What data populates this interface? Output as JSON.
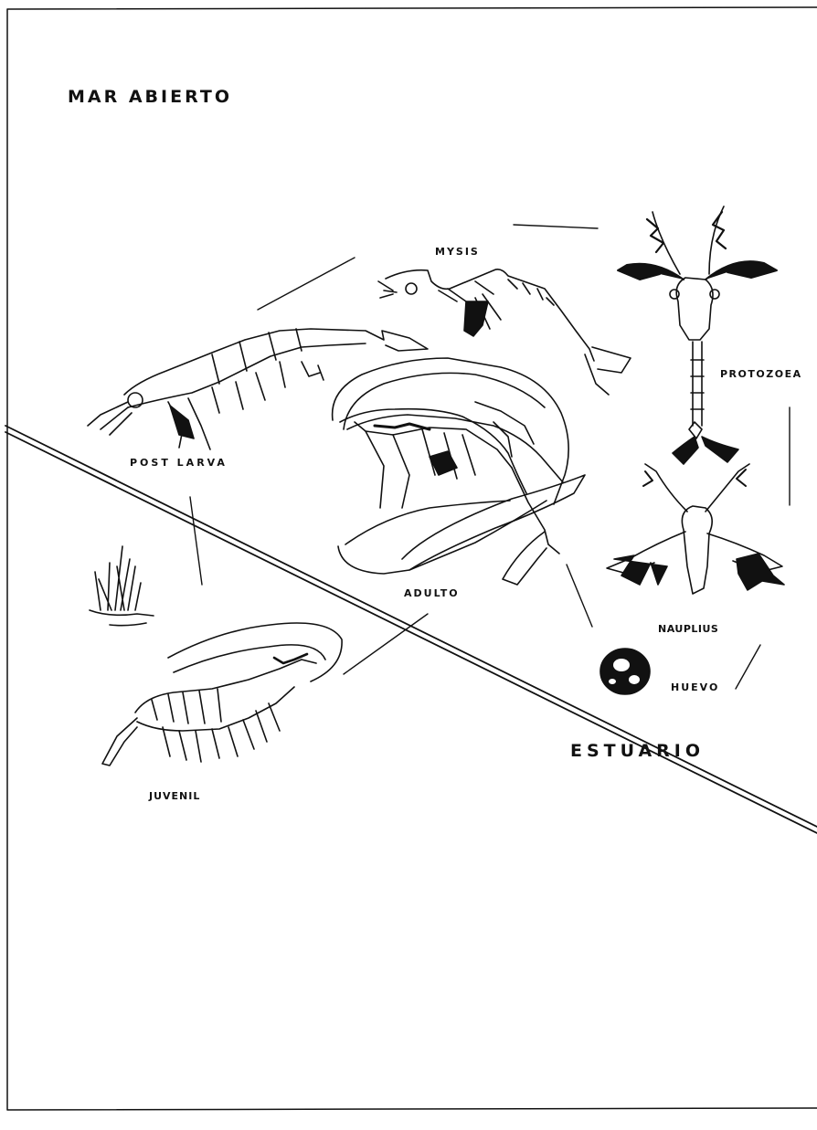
{
  "zones": {
    "open_sea": "MAR ABIERTO",
    "estuary": "ESTUARIO"
  },
  "stages": {
    "mysis": "MYSIS",
    "protozoea": "PROTOZOEA",
    "post_larva": "POST LARVA",
    "adult": "ADULTO",
    "nauplius": "NAUPLIUS",
    "egg": "HUEVO",
    "juvenile": "JUVENIL"
  },
  "colors": {
    "ink": "#111111",
    "paper": "#ffffff"
  }
}
